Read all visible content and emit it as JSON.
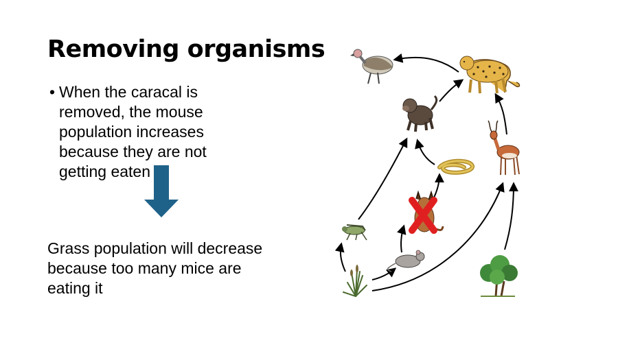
{
  "slide": {
    "title": "Removing organisms",
    "bullet": "When the caracal is removed, the mouse population increases because they are not getting eaten",
    "conclusion": "Grass population will decrease because too many mice are eating it"
  },
  "colors": {
    "arrow_fill": "#1f6289",
    "removal_mark": "#e02020",
    "food_web_arrow": "#000000"
  },
  "food_web": {
    "organisms": [
      "vulture",
      "cheetah",
      "baboon",
      "snake",
      "impala",
      "caracal",
      "grasshopper",
      "mouse",
      "grass",
      "bush"
    ],
    "removed": "caracal",
    "removal_mark_icon": "red-x-icon"
  }
}
